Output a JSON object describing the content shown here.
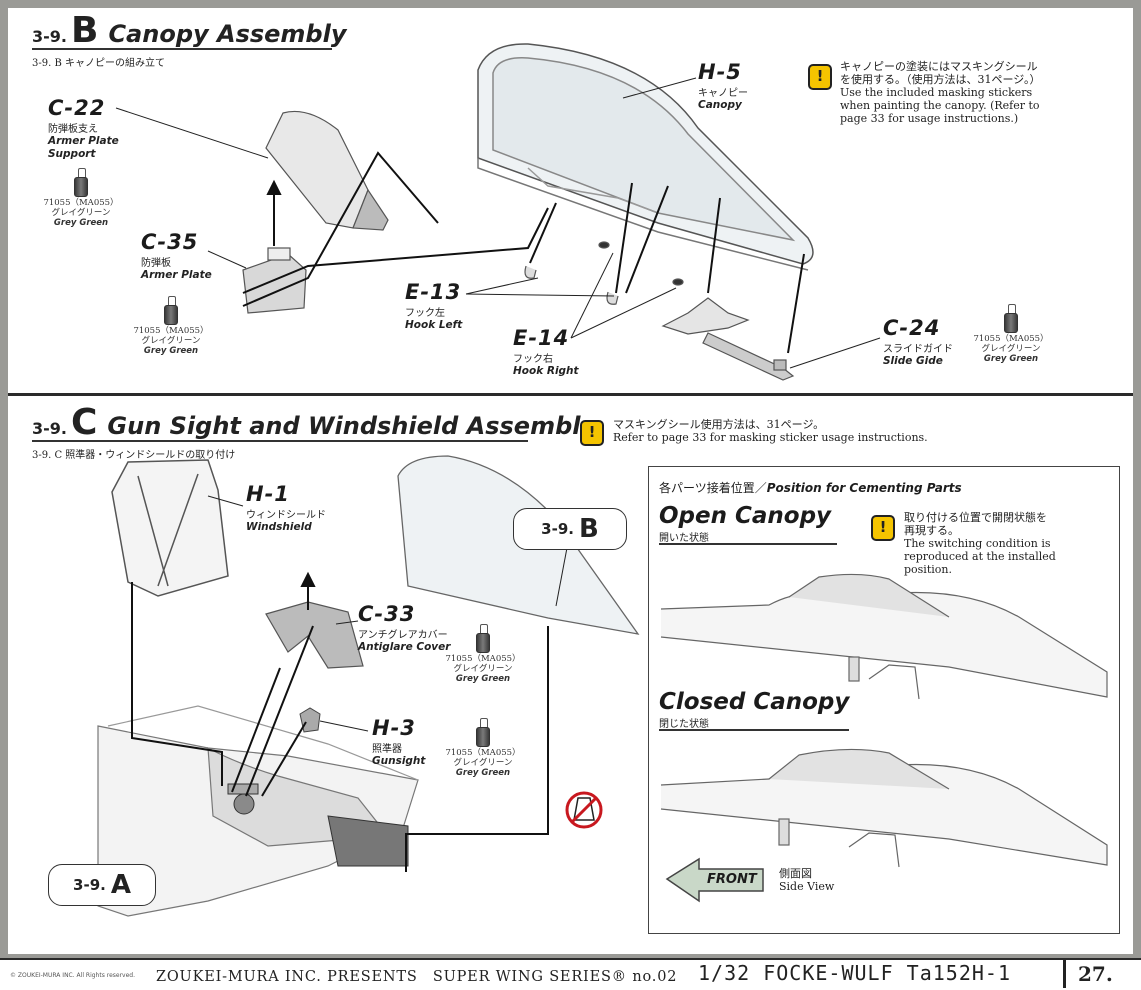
{
  "sectionB": {
    "num": "3-9.",
    "letter": "B",
    "title": "Canopy Assembly",
    "subtitle": "3-9. B キャノピーの組み立て",
    "note": {
      "jp1": "キャノピーの塗装にはマスキングシール",
      "jp2": "を使用する。（使用方法は、31ページ。）",
      "en1": "Use the included masking stickers",
      "en2": "when painting the canopy. (Refer to",
      "en3": "page 33 for usage instructions.)"
    },
    "parts": {
      "c22": {
        "code": "C-22",
        "jp": "防弾板支え",
        "en1": "Armer Plate",
        "en2": "Support"
      },
      "c35": {
        "code": "C-35",
        "jp": "防弾板",
        "en": "Armer Plate"
      },
      "h5": {
        "code": "H-5",
        "jp": "キャノピー",
        "en": "Canopy"
      },
      "e13": {
        "code": "E-13",
        "jp": "フック左",
        "en": "Hook Left"
      },
      "e14": {
        "code": "E-14",
        "jp": "フック右",
        "en": "Hook Right"
      },
      "c24": {
        "code": "C-24",
        "jp": "スライドガイド",
        "en": "Slide Gide"
      }
    },
    "paint": {
      "code": "71055（MA055）",
      "jp": "グレイグリーン",
      "en": "Grey Green"
    }
  },
  "sectionC": {
    "num": "3-9.",
    "letter": "C",
    "title": "Gun Sight and Windshield Assembly",
    "subtitle": "3-9. C 照準器・ウィンドシールドの取り付け",
    "note": {
      "jp": "マスキングシール使用方法は、31ページ。",
      "en": "Refer to page 33 for masking sticker usage instructions."
    },
    "parts": {
      "h1": {
        "code": "H-1",
        "jp": "ウィンドシールド",
        "en": "Windshield"
      },
      "c33": {
        "code": "C-33",
        "jp": "アンチグレアカバー",
        "en": "Antiglare Cover"
      },
      "h3": {
        "code": "H-3",
        "jp": "照準器",
        "en": "Gunsight"
      }
    },
    "paint": {
      "code": "71055（MA055）",
      "jp": "グレイグリーン",
      "en": "Grey Green"
    },
    "ref_b": {
      "num": "3-9.",
      "letter": "B"
    },
    "ref_a": {
      "num": "3-9.",
      "letter": "A"
    },
    "panel": {
      "title_jp": "各パーツ接着位置／",
      "title_en": "Position for Cementing Parts",
      "open": {
        "title": "Open Canopy",
        "jp": "開いた状態"
      },
      "closed": {
        "title": "Closed Canopy",
        "jp": "閉じた状態"
      },
      "note": {
        "jp1": "取り付ける位置で開閉状態を",
        "jp2": "再現する。",
        "en1": "The switching condition is",
        "en2": "reproduced at the installed",
        "en3": "position."
      },
      "front": "FRONT",
      "side_jp": "側面図",
      "side_en": "Side View"
    },
    "warn_icon": "!"
  },
  "footer": {
    "copyright": "© ZOUKEI-MURA INC. All Rights reserved.",
    "presents": "ZOUKEI-MURA INC. PRESENTS　SUPER WING SERIES® no.02",
    "scale_title": "1/32  FOCKE-WULF  Ta152H-1",
    "page": "27."
  },
  "colors": {
    "warning": "#f5c400",
    "no_glue": "#c8181f",
    "front_arrow": "#c9d8c8"
  },
  "icons": [
    "warning-icon",
    "paint-bottle-icon",
    "no-glue-icon",
    "front-arrow-icon"
  ]
}
